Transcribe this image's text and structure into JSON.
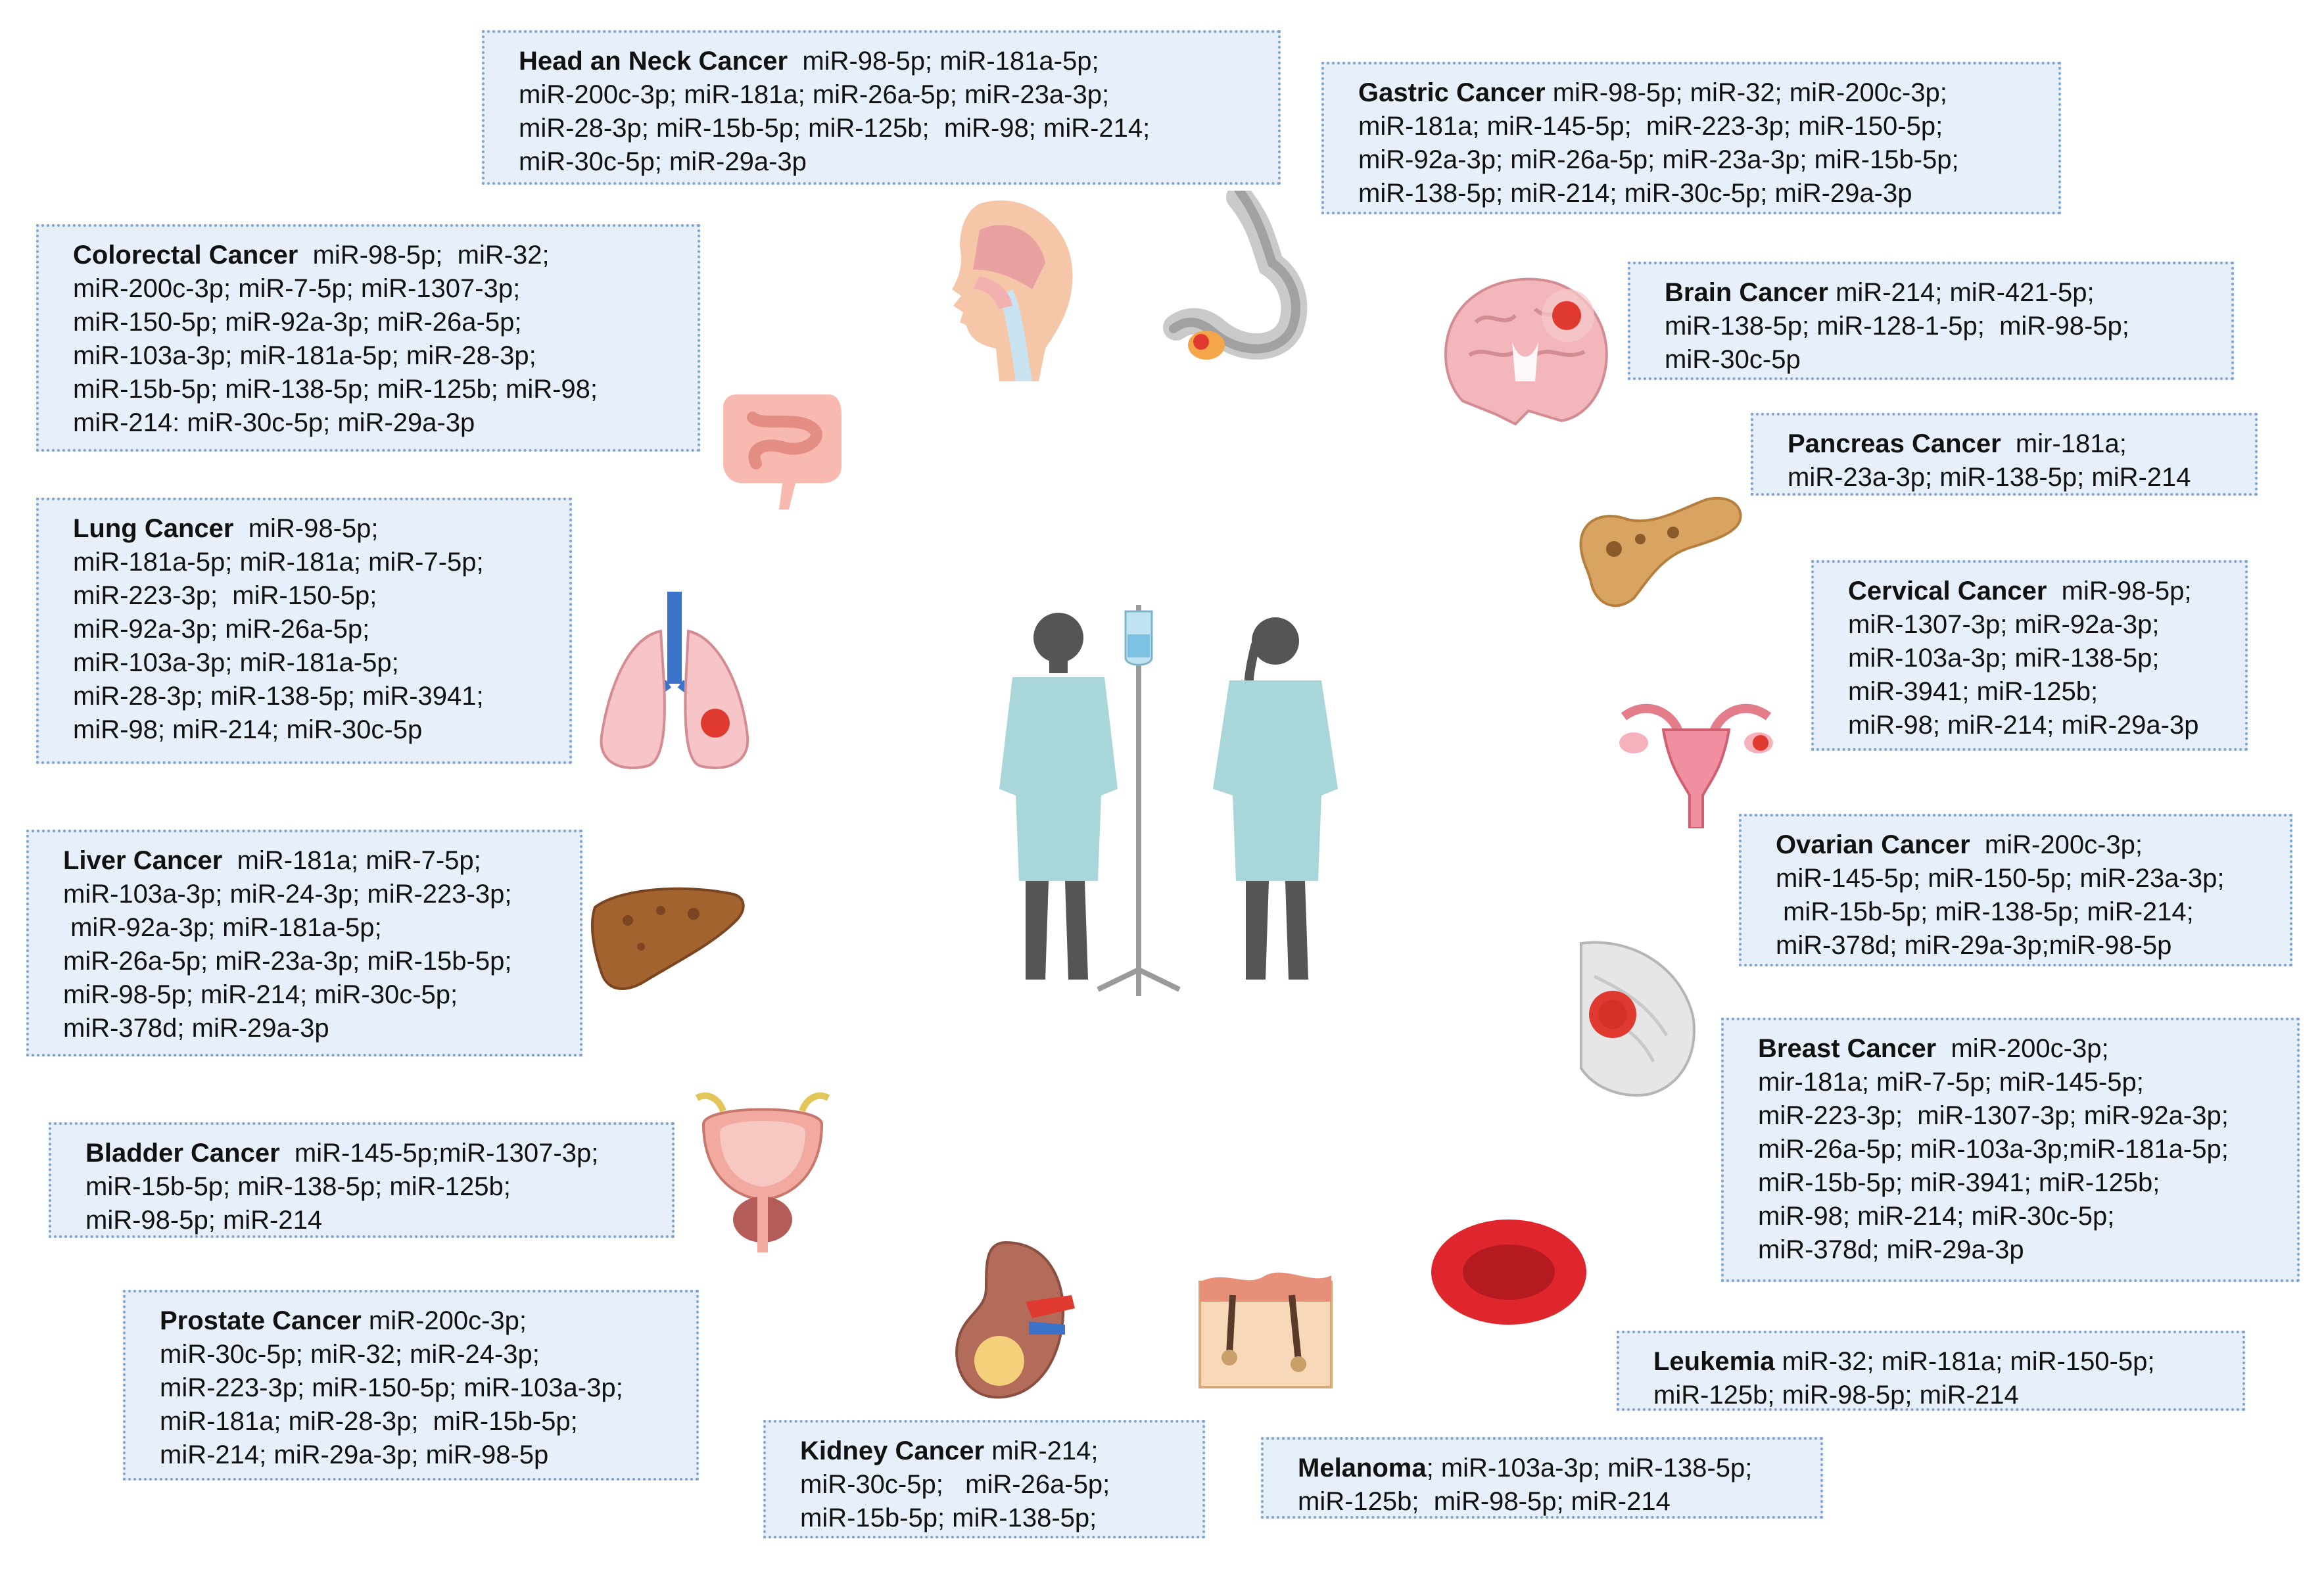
{
  "cancers": {
    "head_neck": {
      "name": "Head an Neck Cancer",
      "lines": [
        "  miR-98-5p; miR-181a-5p;",
        "miR-200c-3p; miR-181a; miR-26a-5p; miR-23a-3p;",
        "miR-28-3p; miR-15b-5p; miR-125b;  miR-98; miR-214;",
        "miR-30c-5p; miR-29a-3p"
      ]
    },
    "gastric": {
      "name": "Gastric Cancer",
      "lines": [
        " miR-98-5p; miR-32; miR-200c-3p;",
        "miR-181a; miR-145-5p;  miR-223-3p; miR-150-5p;",
        "miR-92a-3p; miR-26a-5p; miR-23a-3p; miR-15b-5p;",
        "miR-138-5p; miR-214; miR-30c-5p; miR-29a-3p"
      ]
    },
    "colorectal": {
      "name": "Colorectal Cancer",
      "lines": [
        "  miR-98-5p;  miR-32;",
        "miR-200c-3p; miR-7-5p; miR-1307-3p;",
        "miR-150-5p; miR-92a-3p; miR-26a-5p;",
        "miR-103a-3p; miR-181a-5p; miR-28-3p;",
        "miR-15b-5p; miR-138-5p; miR-125b; miR-98;",
        "miR-214: miR-30c-5p; miR-29a-3p"
      ]
    },
    "brain": {
      "name": "Brain Cancer",
      "lines": [
        " miR-214; miR-421-5p;",
        "miR-138-5p; miR-128-1-5p;  miR-98-5p;",
        "miR-30c-5p"
      ]
    },
    "pancreas": {
      "name": "Pancreas Cancer",
      "lines": [
        "  mir-181a;",
        "miR-23a-3p; miR-138-5p; miR-214"
      ]
    },
    "lung": {
      "name": "Lung Cancer",
      "lines": [
        "  miR-98-5p;",
        "miR-181a-5p; miR-181a; miR-7-5p;",
        "miR-223-3p;  miR-150-5p;",
        "miR-92a-3p; miR-26a-5p;",
        "miR-103a-3p; miR-181a-5p;",
        "miR-28-3p; miR-138-5p; miR-3941;",
        "miR-98; miR-214; miR-30c-5p"
      ]
    },
    "cervical": {
      "name": "Cervical Cancer",
      "lines": [
        "  miR-98-5p;",
        "miR-1307-3p; miR-92a-3p;",
        "miR-103a-3p; miR-138-5p;",
        "miR-3941; miR-125b;",
        "miR-98; miR-214; miR-29a-3p"
      ]
    },
    "ovarian": {
      "name": "Ovarian Cancer",
      "lines": [
        "  miR-200c-3p;",
        "miR-145-5p; miR-150-5p; miR-23a-3p;",
        " miR-15b-5p; miR-138-5p; miR-214;",
        "miR-378d; miR-29a-3p;miR-98-5p"
      ]
    },
    "liver": {
      "name": "Liver Cancer",
      "lines": [
        "  miR-181a; miR-7-5p;",
        "miR-103a-3p; miR-24-3p; miR-223-3p;",
        " miR-92a-3p; miR-181a-5p;",
        "miR-26a-5p; miR-23a-3p; miR-15b-5p;",
        "miR-98-5p; miR-214; miR-30c-5p;",
        "miR-378d; miR-29a-3p"
      ]
    },
    "breast": {
      "name": "Breast Cancer",
      "lines": [
        "  miR-200c-3p;",
        "mir-181a; miR-7-5p; miR-145-5p;",
        "miR-223-3p;  miR-1307-3p; miR-92a-3p;",
        "miR-26a-5p; miR-103a-3p;miR-181a-5p;",
        "miR-15b-5p; miR-3941; miR-125b;",
        "miR-98; miR-214; miR-30c-5p;",
        "miR-378d; miR-29a-3p"
      ]
    },
    "bladder": {
      "name": "Bladder Cancer",
      "lines": [
        "  miR-145-5p;miR-1307-3p;",
        "miR-15b-5p; miR-138-5p; miR-125b;",
        "miR-98-5p; miR-214"
      ]
    },
    "prostate": {
      "name": "Prostate Cancer",
      "lines": [
        " miR-200c-3p;",
        "miR-30c-5p; miR-32; miR-24-3p;",
        "miR-223-3p; miR-150-5p; miR-103a-3p;",
        "miR-181a; miR-28-3p;  miR-15b-5p;",
        "miR-214; miR-29a-3p; miR-98-5p"
      ]
    },
    "leukemia": {
      "name": "Leukemia",
      "lines": [
        " miR-32; miR-181a; miR-150-5p;",
        "miR-125b; miR-98-5p; miR-214"
      ]
    },
    "kidney": {
      "name": "Kidney Cancer",
      "lines": [
        " miR-214;",
        "miR-30c-5p;   miR-26a-5p;",
        "miR-15b-5p; miR-138-5p;"
      ]
    },
    "melanoma": {
      "name": "Melanoma",
      "lines": [
        "; miR-103a-3p; miR-138-5p;",
        "miR-125b;  miR-98-5p; miR-214"
      ]
    }
  },
  "icons": [
    "head-neck-icon",
    "stomach-icon",
    "brain-icon",
    "intestine-icon",
    "pancreas-icon",
    "lungs-icon",
    "uterus-icon",
    "liver-icon",
    "breast-icon",
    "bladder-icon",
    "kidney-icon",
    "skin-icon",
    "red-blood-cell-icon",
    "patients-iv-icon"
  ],
  "colors": {
    "box_fill": "#e7f0fa",
    "box_border": "#7fa3cc",
    "gown": "#a9d6d9",
    "silhouette": "#555555",
    "tumor": "#e0392f",
    "tissue": "#f2b4b4"
  }
}
